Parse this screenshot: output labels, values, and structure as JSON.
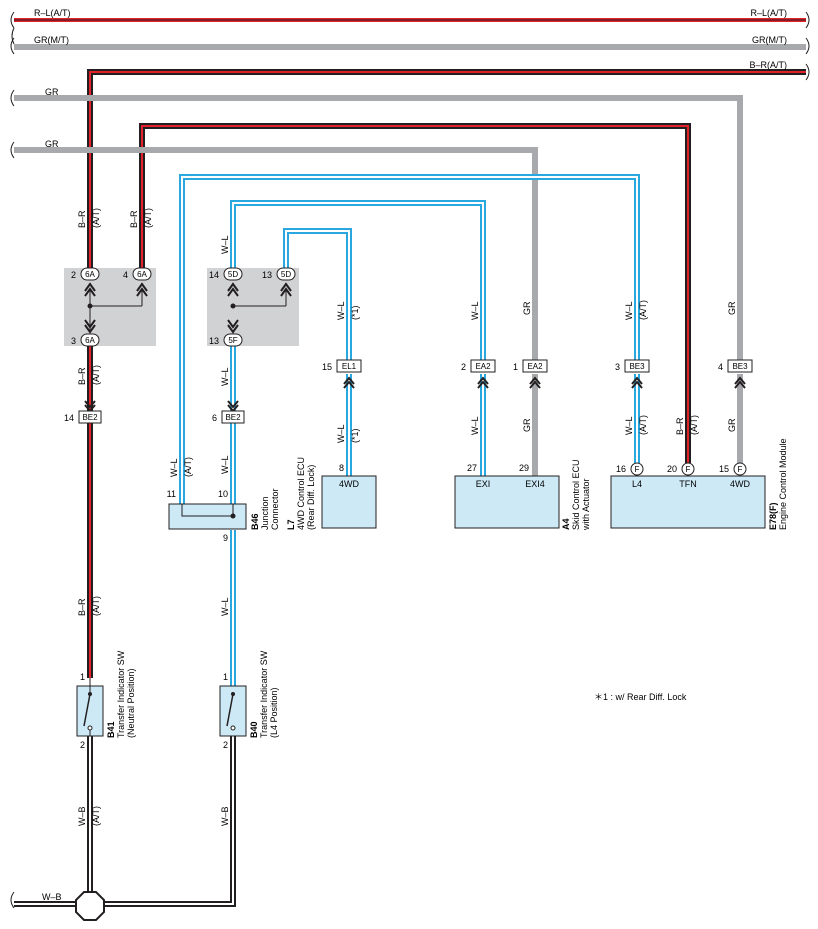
{
  "top_wires": {
    "rl": "R–L(A/T)",
    "gr_mt": "GR(M/T)",
    "br_at": "B–R(A/T)",
    "gr1": "GR",
    "gr2": "GR"
  },
  "wire_labels": {
    "br": "B–R",
    "at": "(A/T)",
    "wl": "W–L",
    "star1": "(*1)",
    "gr": "GR",
    "wb": "W–B"
  },
  "connectors": {
    "c6a": "6A",
    "c5d": "5D",
    "c5f": "5F",
    "be2": "BE2",
    "el1": "EL1",
    "ea2": "EA2",
    "be3": "BE3",
    "f": "F"
  },
  "pins": {
    "p2": "2",
    "p4": "4",
    "p3": "3",
    "p14": "14",
    "p13": "13",
    "p6": "6",
    "p15": "15",
    "p1": "1",
    "p8": "8",
    "p27": "27",
    "p29": "29",
    "p16": "16",
    "p20": "20",
    "p11": "11",
    "p10": "10",
    "p9": "9"
  },
  "components": {
    "l7": {
      "code": "L7",
      "name": "4WD Control ECU",
      "sub": "(Rear Diff. Lock)",
      "term": "4WD"
    },
    "a4": {
      "code": "A4",
      "name": "Skid Control ECU",
      "sub": "with Actuator",
      "t1": "EXI",
      "t2": "EXI4"
    },
    "e78": {
      "code": "E78(F)",
      "name": "Engine Control Module",
      "t1": "L4",
      "t2": "TFN",
      "t3": "4WD"
    },
    "b46": {
      "code": "B46",
      "name": "Junction",
      "sub": "Connector"
    },
    "b41": {
      "code": "B41",
      "name": "Transfer Indicator SW",
      "sub": "(Neutral Position)"
    },
    "b40": {
      "code": "B40",
      "name": "Transfer Indicator SW",
      "sub": "(L4 Position)"
    }
  },
  "note": "＊1 : w/ Rear Diff.  Lock",
  "colors": {
    "red": "#e1222a",
    "black": "#231f20",
    "gray": "#a7a9ac",
    "lightblue": "#29a8e0",
    "box_fill": "#cde9f6",
    "junction_gray": "#d1d2d4"
  }
}
